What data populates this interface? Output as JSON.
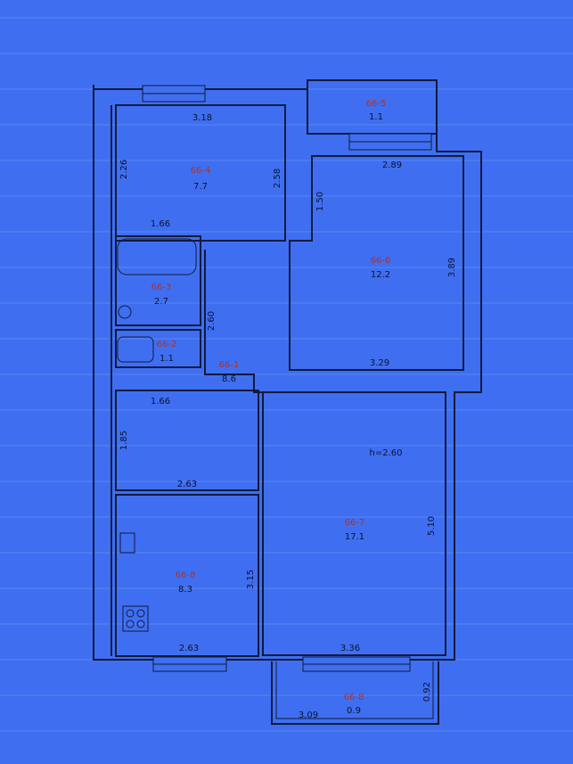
{
  "rooms": [
    {
      "id": "66-4",
      "area": "7.7"
    },
    {
      "id": "66-5",
      "area": "1.1"
    },
    {
      "id": "66-6",
      "area": "12.2"
    },
    {
      "id": "66-3",
      "area": "2.7"
    },
    {
      "id": "66-2",
      "area": "1.1"
    },
    {
      "id": "66-1",
      "area": "8.6"
    },
    {
      "id": "66-7",
      "area": "17.1"
    },
    {
      "id": "66-8",
      "area": "8.3"
    },
    {
      "id": "66-8",
      "area": "0.9"
    }
  ],
  "dims": [
    "3.18",
    "2.26",
    "2.58",
    "1.66",
    "2.89",
    "1.50",
    "3.89",
    "2.60",
    "3.29",
    "1.66",
    "1.85",
    "2.63",
    "3.15",
    "2.63",
    "3.36",
    "5.10",
    "3.09",
    "0.92"
  ],
  "ceiling": "h=2.60"
}
